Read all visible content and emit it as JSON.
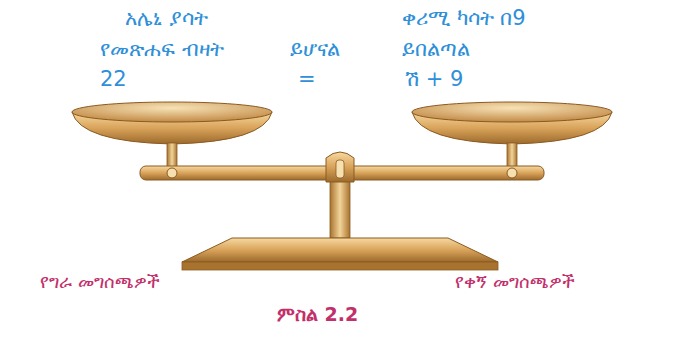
{
  "diagram": {
    "caption": "ምስል 2.2",
    "labels": [
      "አሌኒ ያሳት",
      "ቀሪሚ ካሳት በ9",
      "የመጽሐፍ ብዛት",
      "ይሆናል",
      "ይበልጣል",
      "22",
      "=",
      "ሽ + 9",
      "የግራ መግሰጫዎች",
      "የቀኝ መግሰጫዎች"
    ]
  }
}
